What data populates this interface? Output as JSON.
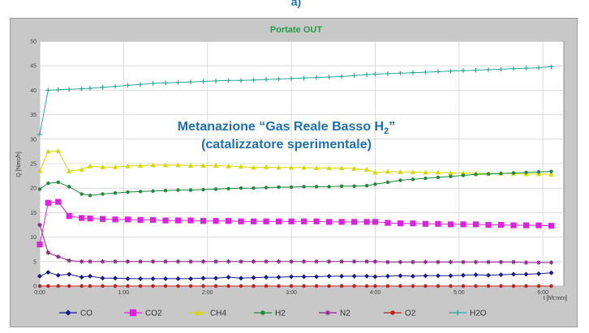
{
  "panel_label": "a)",
  "overlay": {
    "line1_prefix": "Metanazione “Gas Reale Basso H",
    "line1_sub": "2",
    "line1_suffix": "”",
    "line2": "(catalizzatore sperimentale)",
    "color": "#1f6fb5"
  },
  "chart_data": {
    "type": "line",
    "title": "Portate OUT",
    "xlabel": "t [hh:mm]",
    "ylabel": "Q [Nmc/h]",
    "xlim": [
      0,
      6.25
    ],
    "ylim": [
      0,
      50
    ],
    "yticks": [
      0,
      5,
      10,
      15,
      20,
      25,
      30,
      35,
      40,
      45,
      50
    ],
    "xticks": [
      0,
      1,
      2,
      3,
      4,
      5,
      6
    ],
    "xtick_labels": [
      "0:00",
      "1:00",
      "2:00",
      "3:00",
      "4:00",
      "5:00",
      "6:00"
    ],
    "grid": true,
    "legend_position": "bottom",
    "x": [
      0.0,
      0.1,
      0.22,
      0.35,
      0.5,
      0.6,
      0.75,
      0.9,
      1.05,
      1.2,
      1.35,
      1.5,
      1.65,
      1.8,
      1.95,
      2.1,
      2.25,
      2.4,
      2.55,
      2.7,
      2.85,
      3.0,
      3.15,
      3.3,
      3.45,
      3.6,
      3.75,
      3.9,
      4.0,
      4.15,
      4.3,
      4.45,
      4.6,
      4.75,
      4.9,
      5.05,
      5.2,
      5.35,
      5.5,
      5.65,
      5.8,
      5.95,
      6.1
    ],
    "series": [
      {
        "name": "CO",
        "color": "#1a1a8c",
        "marker": "diamond",
        "values": [
          2.0,
          2.8,
          2.2,
          2.4,
          1.8,
          2.0,
          1.6,
          1.6,
          1.5,
          1.5,
          1.5,
          1.5,
          1.5,
          1.5,
          1.6,
          1.6,
          1.8,
          1.6,
          1.7,
          1.8,
          1.8,
          1.9,
          1.9,
          1.9,
          2.0,
          2.0,
          2.0,
          2.0,
          1.9,
          2.0,
          2.1,
          2.0,
          2.1,
          2.1,
          2.1,
          2.2,
          2.3,
          2.2,
          2.3,
          2.4,
          2.4,
          2.5,
          2.7
        ]
      },
      {
        "name": "CO2",
        "color": "#e020e0",
        "marker": "square",
        "values": [
          8.5,
          17.0,
          17.2,
          14.3,
          13.9,
          13.8,
          13.7,
          13.6,
          13.6,
          13.5,
          13.5,
          13.4,
          13.4,
          13.4,
          13.3,
          13.3,
          13.3,
          13.2,
          13.2,
          13.2,
          13.2,
          13.2,
          13.2,
          13.2,
          13.1,
          13.1,
          13.1,
          13.1,
          13.1,
          12.9,
          12.8,
          12.8,
          12.7,
          12.7,
          12.6,
          12.6,
          12.6,
          12.5,
          12.5,
          12.4,
          12.4,
          12.4,
          12.3
        ]
      },
      {
        "name": "CH4",
        "color": "#d8d800",
        "marker": "triangle",
        "values": [
          23.5,
          27.5,
          27.6,
          23.5,
          23.8,
          24.5,
          24.3,
          24.3,
          24.5,
          24.6,
          24.7,
          24.7,
          24.7,
          24.6,
          24.6,
          24.6,
          24.5,
          24.4,
          24.2,
          24.3,
          24.2,
          24.2,
          24.2,
          24.1,
          24.1,
          24.1,
          24.0,
          23.8,
          23.2,
          23.4,
          23.3,
          23.3,
          23.2,
          23.2,
          23.1,
          23.1,
          23.0,
          23.0,
          23.0,
          23.0,
          22.9,
          22.9,
          22.8
        ]
      },
      {
        "name": "H2",
        "color": "#1e8a3c",
        "marker": "circle",
        "values": [
          19.8,
          21.0,
          21.2,
          20.3,
          18.8,
          18.5,
          18.8,
          19.0,
          19.2,
          19.3,
          19.4,
          19.5,
          19.6,
          19.6,
          19.7,
          19.8,
          19.9,
          20.0,
          20.0,
          20.1,
          20.2,
          20.2,
          20.3,
          20.3,
          20.3,
          20.4,
          20.4,
          20.5,
          20.8,
          21.2,
          21.6,
          21.8,
          22.0,
          22.2,
          22.4,
          22.6,
          22.8,
          22.9,
          23.0,
          23.1,
          23.2,
          23.3,
          23.4
        ]
      },
      {
        "name": "N2",
        "color": "#8a208a",
        "marker": "star",
        "values": [
          12.5,
          6.8,
          6.0,
          5.2,
          5.0,
          5.0,
          5.0,
          5.0,
          5.0,
          5.0,
          5.0,
          5.0,
          5.0,
          5.0,
          5.0,
          5.0,
          5.0,
          5.0,
          5.0,
          5.0,
          5.0,
          5.0,
          5.0,
          5.0,
          5.0,
          5.0,
          5.0,
          5.0,
          5.0,
          4.9,
          4.9,
          4.9,
          4.9,
          4.9,
          4.9,
          4.9,
          4.9,
          4.9,
          4.9,
          4.9,
          4.8,
          4.8,
          4.8
        ]
      },
      {
        "name": "O2",
        "color": "#c02020",
        "marker": "circle",
        "values": [
          0.0,
          0.0,
          0.0,
          0.0,
          0.0,
          0.0,
          0.0,
          0.0,
          0.0,
          0.0,
          0.0,
          0.0,
          0.0,
          0.0,
          0.0,
          0.0,
          0.0,
          0.0,
          0.0,
          0.0,
          0.0,
          0.0,
          0.0,
          0.0,
          0.0,
          0.0,
          0.0,
          0.0,
          0.0,
          0.0,
          0.0,
          0.0,
          0.0,
          0.0,
          0.0,
          0.0,
          0.0,
          0.0,
          0.0,
          0.0,
          0.0,
          0.0,
          0.0
        ]
      },
      {
        "name": "H2O",
        "color": "#30a8a0",
        "marker": "plus",
        "values": [
          31.0,
          40.0,
          40.1,
          40.2,
          40.3,
          40.4,
          40.6,
          40.8,
          41.0,
          41.2,
          41.4,
          41.5,
          41.6,
          41.7,
          41.8,
          41.9,
          42.0,
          42.0,
          42.1,
          42.2,
          42.3,
          42.4,
          42.5,
          42.6,
          42.7,
          42.8,
          43.0,
          43.2,
          43.3,
          43.4,
          43.5,
          43.6,
          43.7,
          43.8,
          43.9,
          44.0,
          44.1,
          44.2,
          44.3,
          44.4,
          44.5,
          44.6,
          44.8
        ]
      }
    ]
  }
}
